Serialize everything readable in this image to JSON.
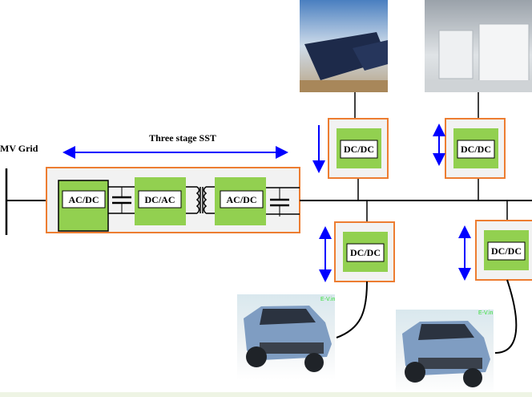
{
  "title": "Three stage SST",
  "grid_label": "MV Grid",
  "sst_blocks": [
    "AC/DC",
    "DC/AC",
    "AC/DC"
  ],
  "converters": {
    "solar": "DC/DC",
    "storage": "DC/DC",
    "ev1": "DC/DC",
    "ev2": "DC/DC"
  },
  "watermark": "E-V.in",
  "colors": {
    "converter_border": "#ed7d31",
    "converter_fill": "#92d050",
    "arrow": "#0000ff",
    "box_bg": "#f2f2f2"
  }
}
